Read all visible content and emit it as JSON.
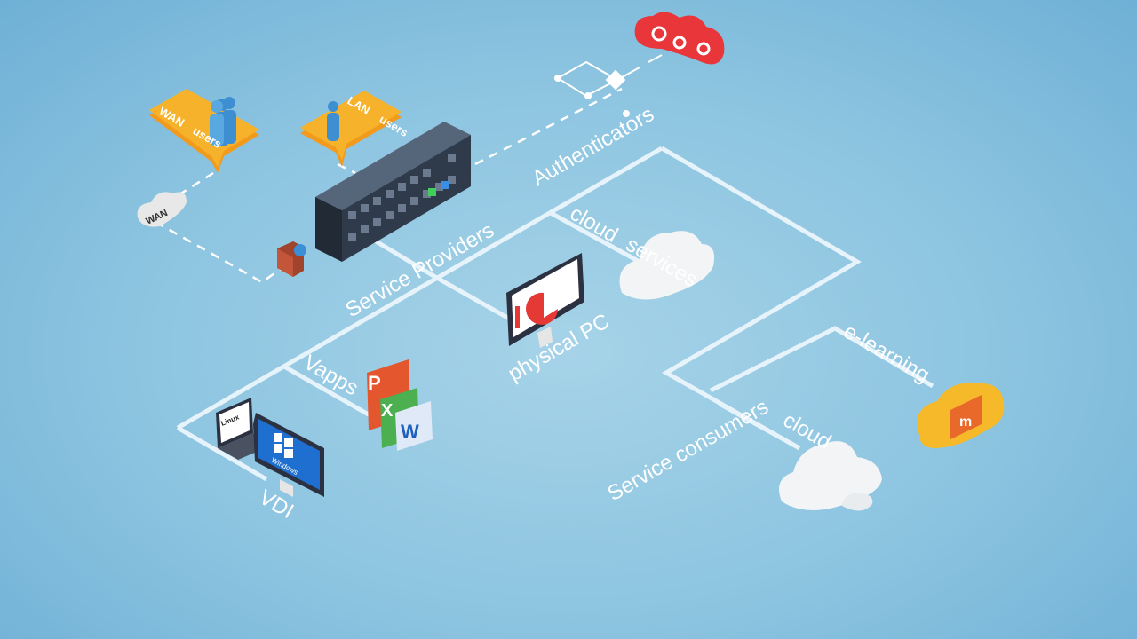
{
  "labels": {
    "wan_users": [
      "WAN",
      "users"
    ],
    "lan_users": [
      "LAN",
      "users"
    ],
    "wan_cloud": "WAN",
    "authenticators": "Authenticators",
    "service_providers": "Service  Providers",
    "cloud_services": [
      "cloud",
      "services"
    ],
    "physical_pc": "physical PC",
    "vapps": "Vapps",
    "vdi": "VDI",
    "service_consumers": "Service  consumers",
    "cloud": "cloud",
    "e_learning": "e-learning",
    "linux": "Linux",
    "windows": "Windows",
    "app_letters": [
      "P",
      "X",
      "W"
    ],
    "moodle": "m"
  },
  "colors": {
    "line": "#e6f3fa",
    "bubble": "#f7b22c",
    "server": "#2f3a4b",
    "auth_cloud": "#e8363a",
    "elearn_cloud": "#f5b92a"
  }
}
